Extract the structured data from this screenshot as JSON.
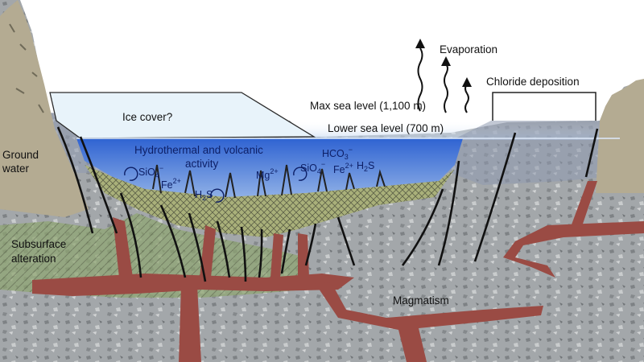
{
  "labels": {
    "evaporation": "Evaporation",
    "chloride_deposition": "Chloride deposition",
    "ice_cover": "Ice cover?",
    "max_sea_level": "Max sea level (1,100 m)",
    "lower_sea_level": "Lower sea level (700 m)",
    "ground_water_1": "Ground",
    "ground_water_2": "water",
    "hydrothermal_1": "Hydrothermal and volcanic",
    "hydrothermal_2": "activity",
    "subsurface_1": "Subsurface",
    "subsurface_2": "alteration",
    "magmatism": "Magmatism"
  },
  "chemistry": {
    "sio4_left": {
      "base": "SiO",
      "sub": "4",
      "sup": "−"
    },
    "fe_left": {
      "base": "Fe",
      "sup": "2+"
    },
    "h2s_left": {
      "base": "H",
      "sub": "2",
      "tail": "S"
    },
    "mg": {
      "base": "Mg",
      "sup": "2+"
    },
    "sio4_right": {
      "base": "SiO",
      "sub": "4",
      "sup": "−"
    },
    "hco3": {
      "base": "HCO",
      "sub": "3",
      "sup": "−"
    },
    "fe_right": {
      "base": "Fe",
      "sup": "2+"
    },
    "h2s_right": {
      "base": "H",
      "sub": "2",
      "tail": "S"
    }
  },
  "colors": {
    "rock": "#9fa3a6",
    "upper_zone": "#9ba4b5",
    "lake_water": "#4f7fd6",
    "ice": "#e9f4fb",
    "magma": "#9c4a43",
    "alteration": "#8aa36a",
    "cliff": "#b7ad93"
  }
}
